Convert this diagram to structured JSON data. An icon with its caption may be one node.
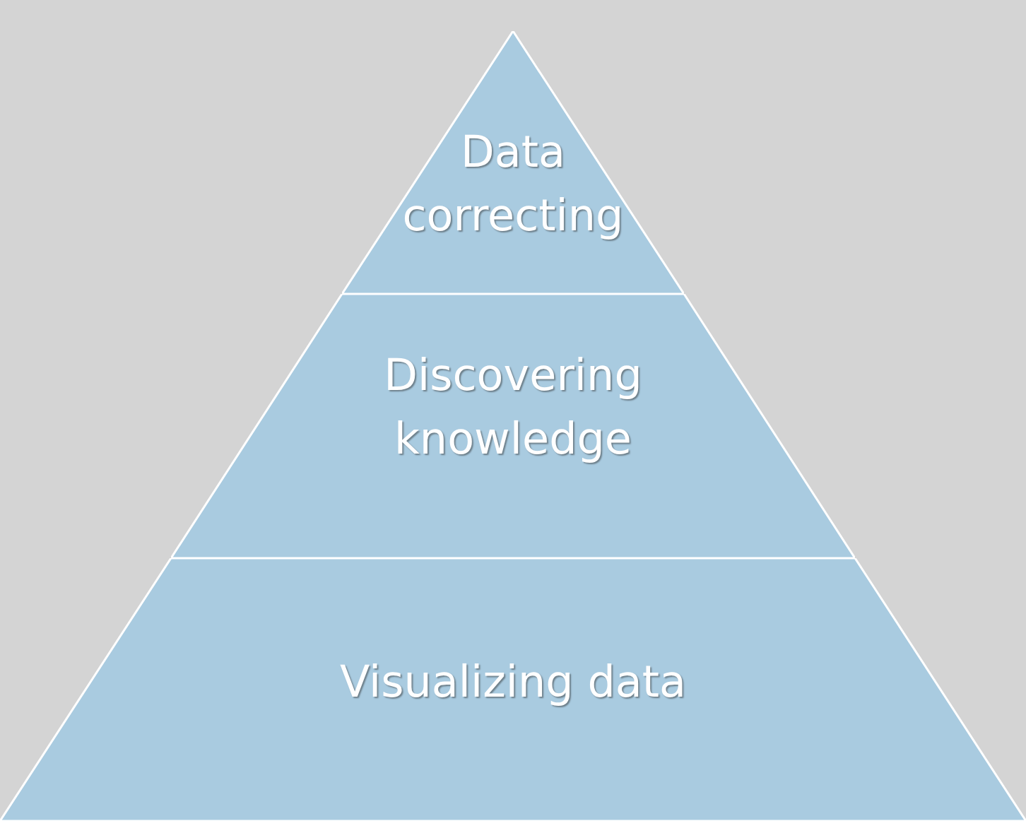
{
  "diagram": {
    "nodes": [
      {
        "text": [
          "Data correcting"
        ]
      },
      {
        "text": [
          "Discovering knowledge"
        ]
      },
      {
        "text": [
          "Visualizing data"
        ]
      }
    ]
  }
}
